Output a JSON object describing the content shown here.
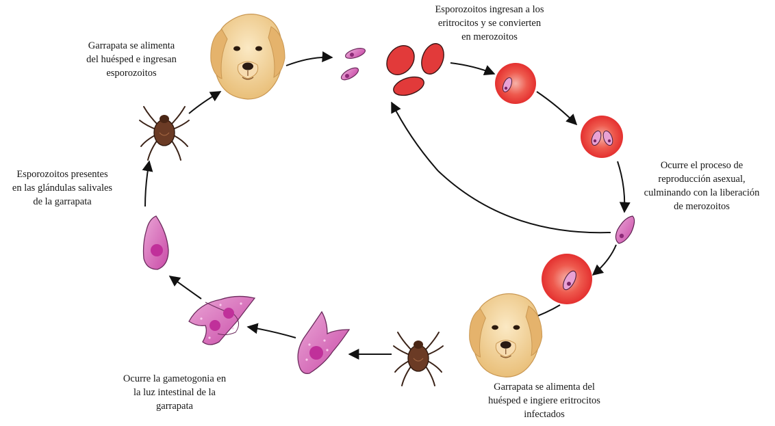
{
  "diagram": {
    "colors": {
      "erythrocyte": "#e8383a",
      "erythrocyte_light": "#f2a09a",
      "parasite": "#c2479f",
      "parasite_light": "#e9a2d4",
      "dog_fur": "#f1d39a",
      "tick": "#6b3b25",
      "arrow": "#111111"
    },
    "labels": {
      "host_feeding": [
        "Garrapata se alimenta",
        "del huésped e ingresan",
        "esporozoitos"
      ],
      "sporozoites_enter": [
        "Esporozoitos ingresan a los",
        "eritrocitos y se convierten",
        "en merozoitos"
      ],
      "asexual": [
        "Ocurre el proceso de",
        "reproducción asexual,",
        "culminando con la liberación",
        "de merozoitos"
      ],
      "salivary": [
        "Esporozoitos presentes",
        "en las glándulas salivales",
        "de la garrapata"
      ],
      "gametogony": [
        "Ocurre la gametogonia en",
        "la luz intestinal de la",
        "garrapata"
      ],
      "tick_ingests": [
        "Garrapata se alimenta del",
        "huésped e ingiere eritrocitos",
        "infectados"
      ]
    },
    "icons": [
      "dog-head-icon",
      "tick-icon",
      "erythrocyte-icon",
      "merozoite-icon",
      "sporozoite-icon",
      "gamete-icon"
    ]
  }
}
